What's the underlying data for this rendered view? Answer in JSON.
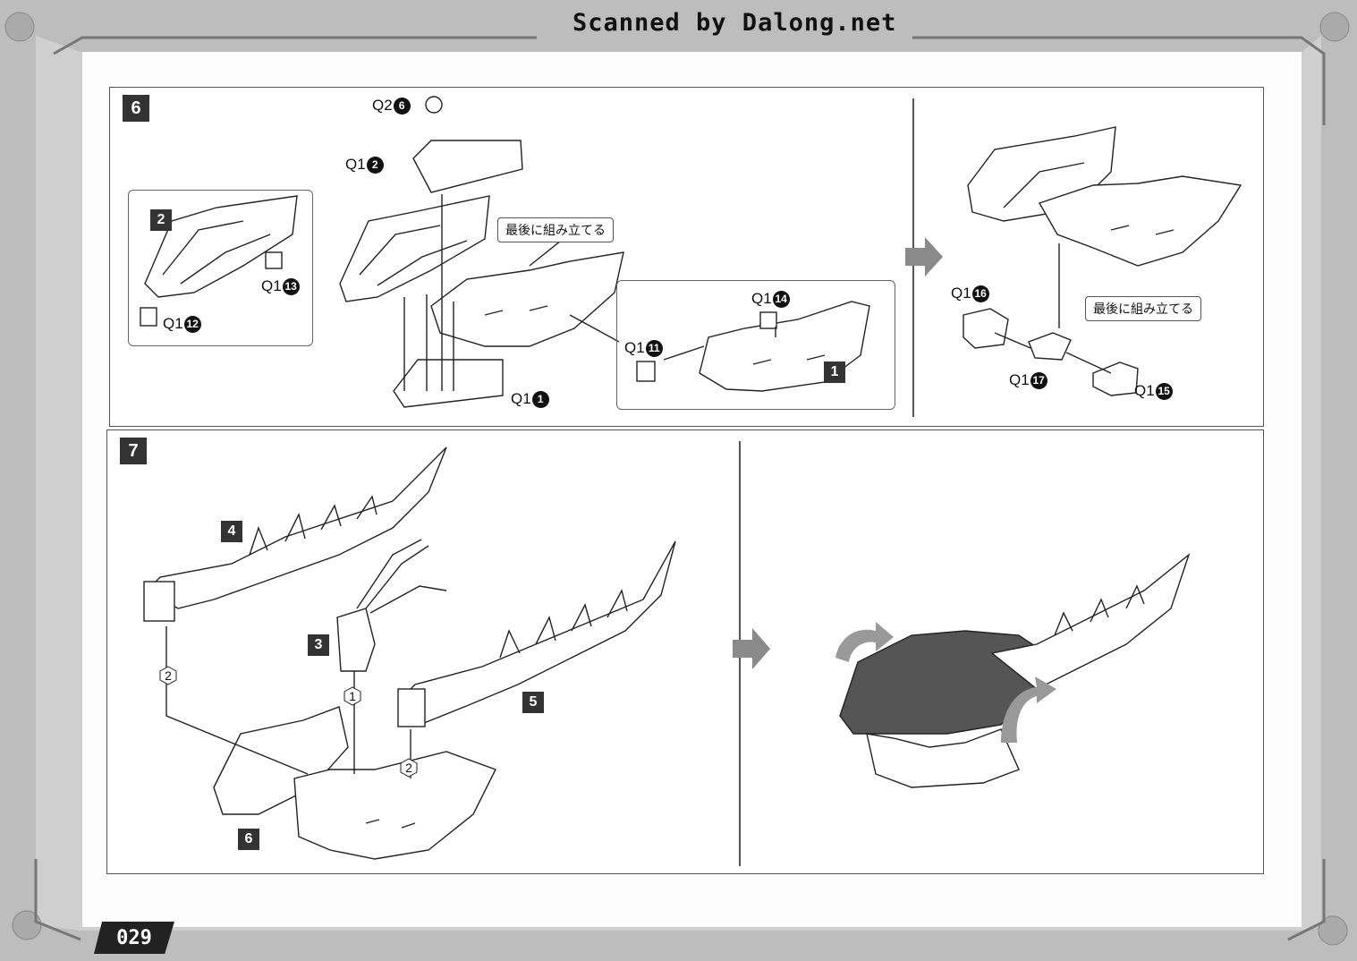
{
  "header": {
    "scan_credit": "Scanned by Dalong.net"
  },
  "page": {
    "number": "029"
  },
  "step6": {
    "number": "6",
    "sub_a": "2",
    "sub_b": "1",
    "note": "最後に組み立てる",
    "note_right": "最後に組み立てる",
    "parts": {
      "q2_6": {
        "prefix": "Q2",
        "n": "6"
      },
      "q1_2": {
        "prefix": "Q1",
        "n": "2"
      },
      "q1_13": {
        "prefix": "Q1",
        "n": "13"
      },
      "q1_12": {
        "prefix": "Q1",
        "n": "12"
      },
      "q1_14": {
        "prefix": "Q1",
        "n": "14"
      },
      "q1_11": {
        "prefix": "Q1",
        "n": "11"
      },
      "q1_1": {
        "prefix": "Q1",
        "n": "1"
      },
      "q1_16": {
        "prefix": "Q1",
        "n": "16"
      },
      "q1_17": {
        "prefix": "Q1",
        "n": "17"
      },
      "q1_15": {
        "prefix": "Q1",
        "n": "15"
      }
    }
  },
  "step7": {
    "number": "7",
    "sub_4": "4",
    "sub_3": "3",
    "sub_5": "5",
    "sub_6": "6",
    "hex_left": "2",
    "hex_mid": "1",
    "hex_right": "2"
  },
  "colors": {
    "ink": "#222222",
    "accent_arrow": "#8a8a8a",
    "step_box": "#333333"
  },
  "icons": [
    "arrow-right-icon",
    "rotate-arrow-icon"
  ]
}
